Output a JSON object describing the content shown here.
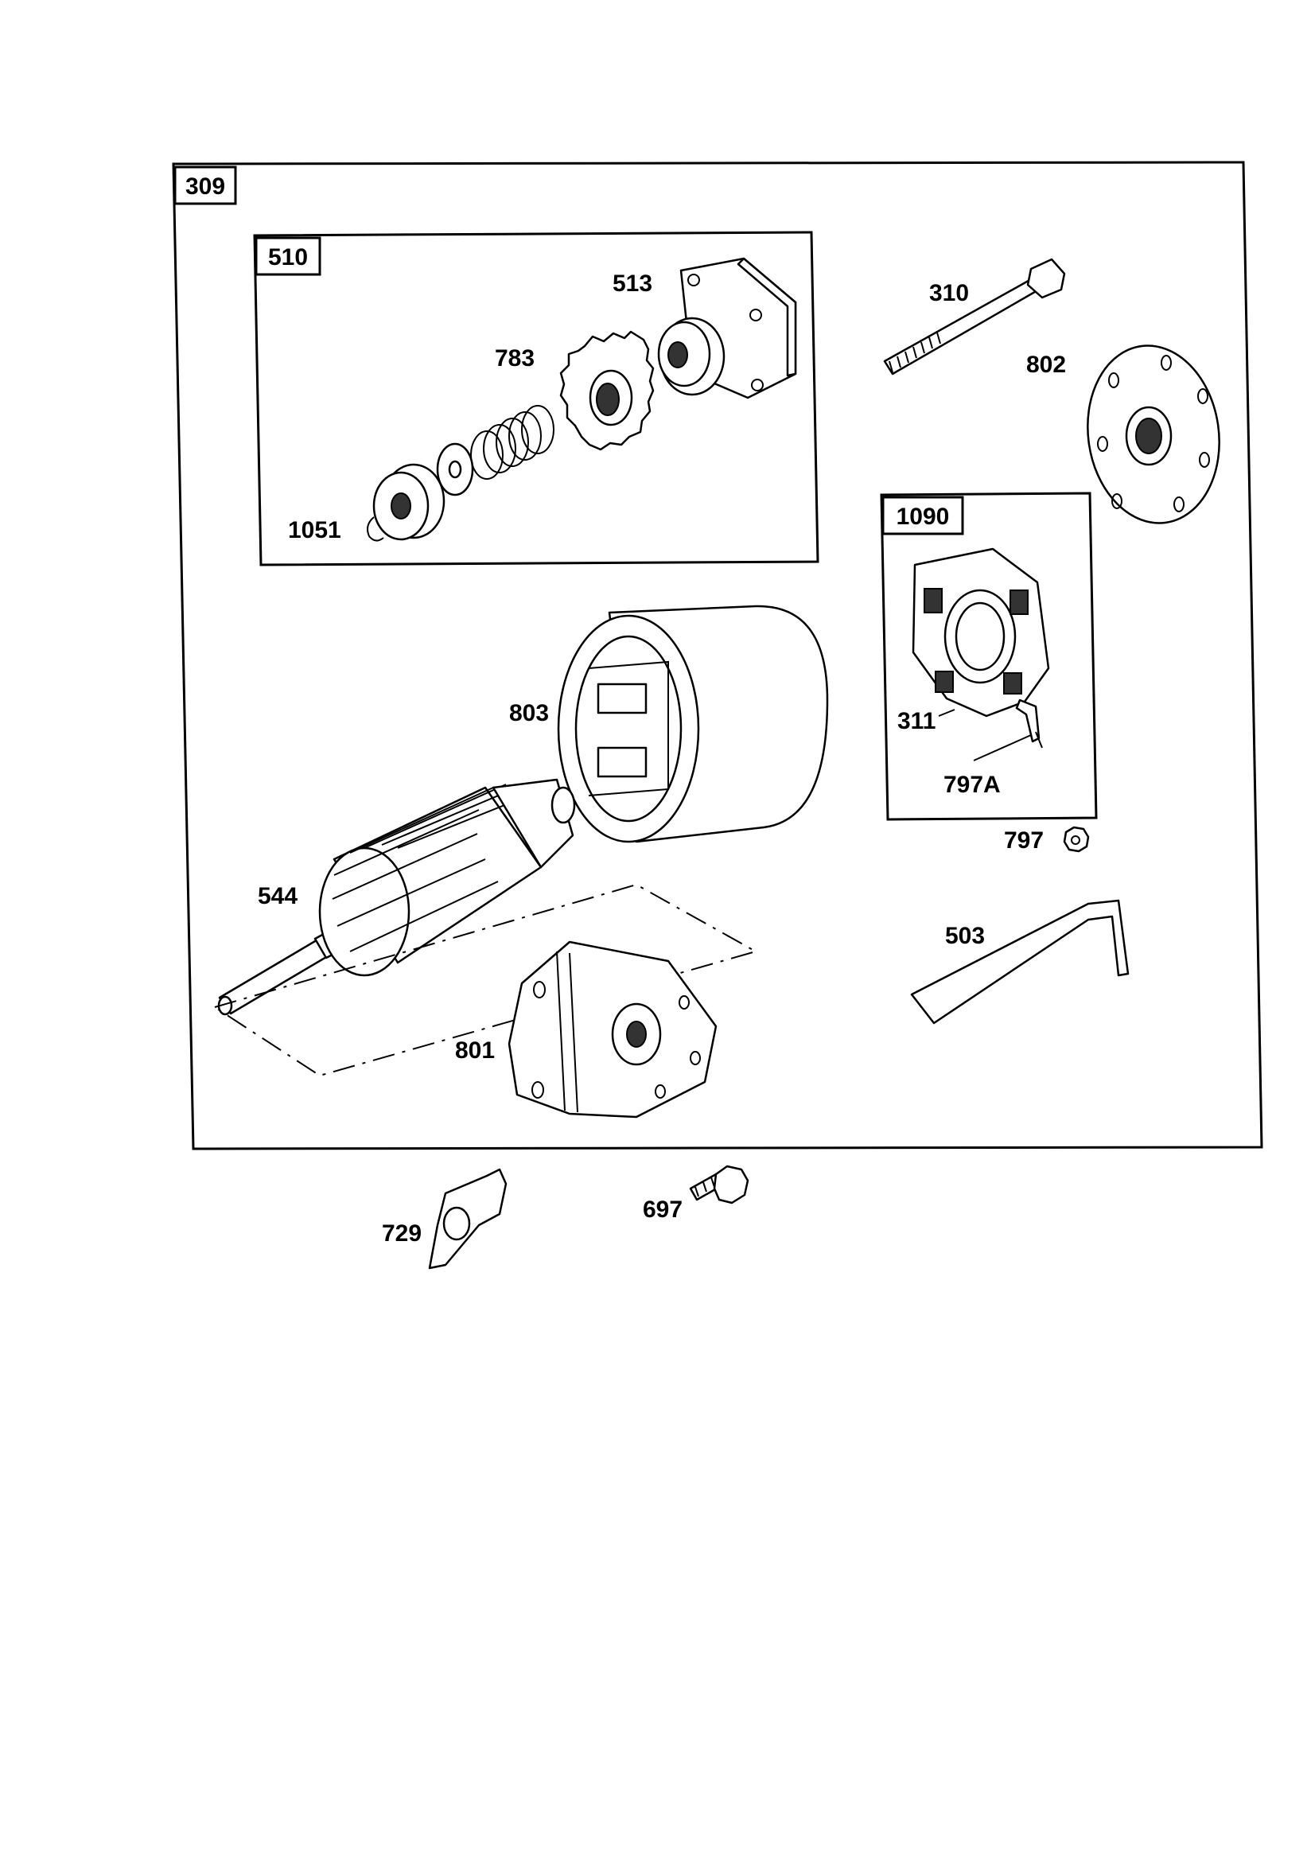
{
  "diagram": {
    "assembly_labels": {
      "main": "309",
      "drive": "510",
      "brush": "1090"
    },
    "part_labels": {
      "p513": "513",
      "p783": "783",
      "p1051": "1051",
      "p310": "310",
      "p802": "802",
      "p803": "803",
      "p311": "311",
      "p797A": "797A",
      "p797": "797",
      "p544": "544",
      "p503": "503",
      "p801": "801",
      "p729": "729",
      "p697": "697"
    }
  }
}
